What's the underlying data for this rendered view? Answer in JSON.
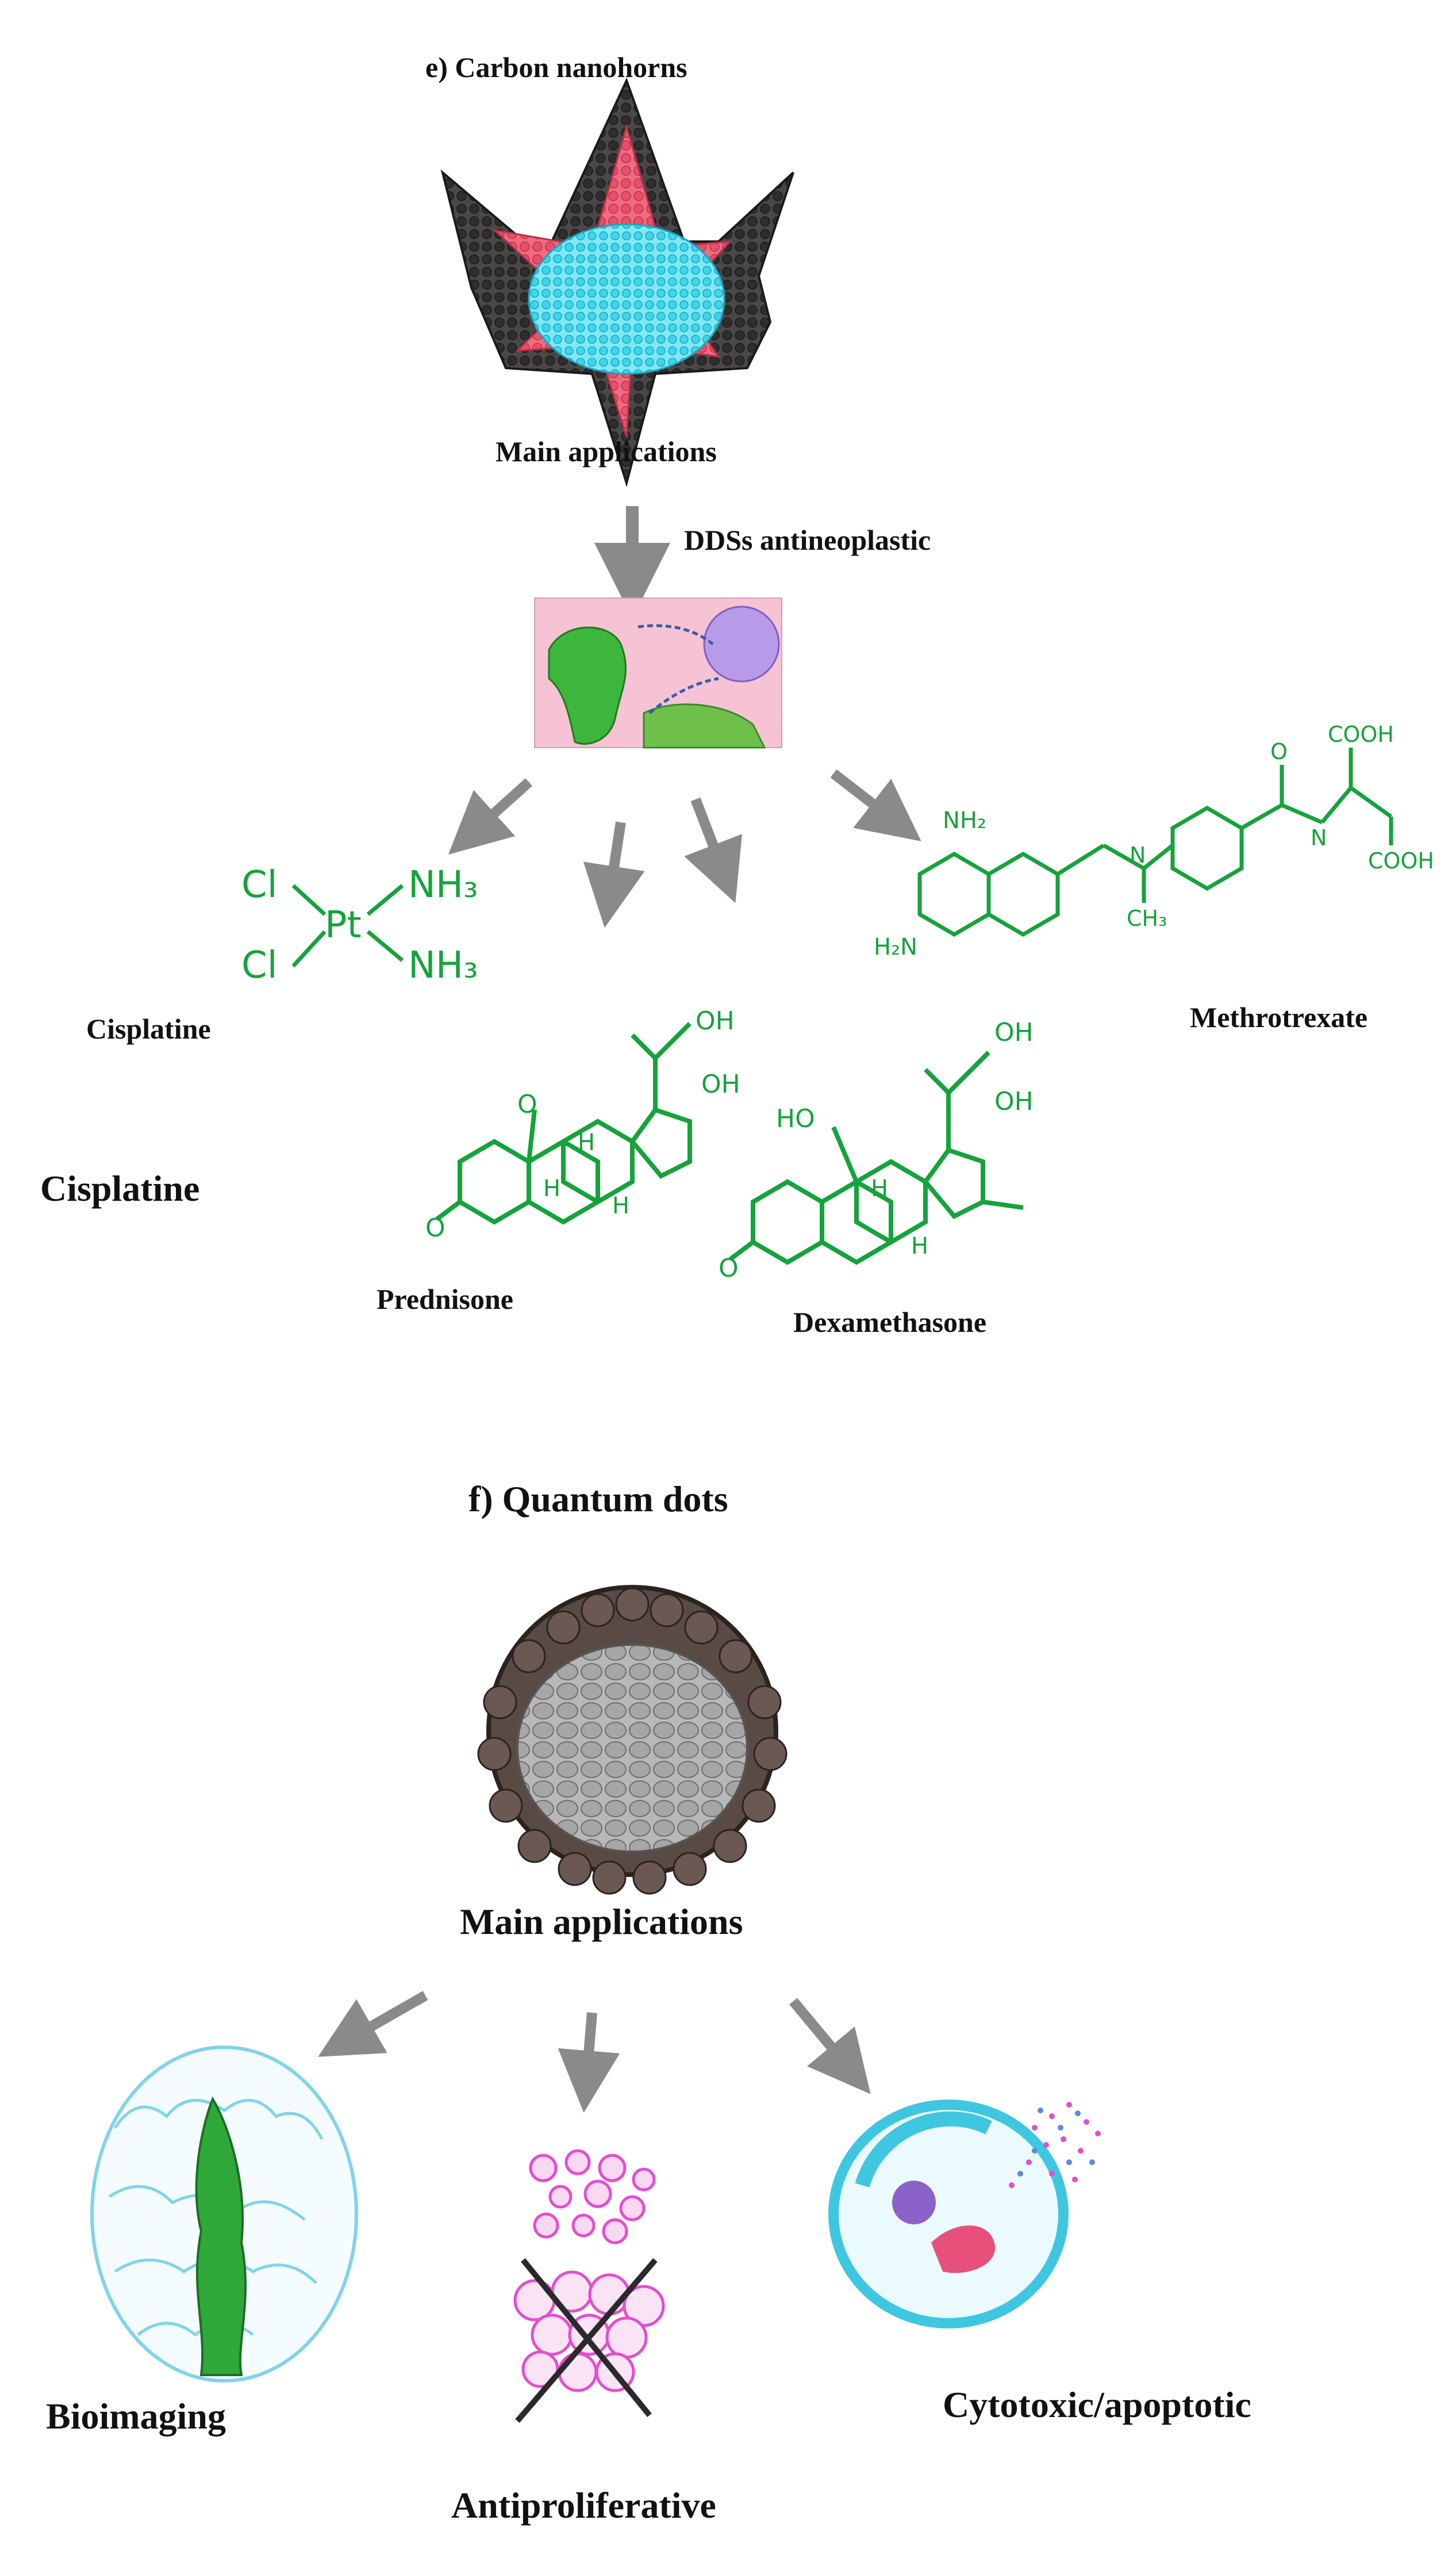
{
  "section_e": {
    "title": "e) Carbon nanohorns",
    "main_applications": "Main applications",
    "arrow_label": "DDSs antineoplastic",
    "drugs": {
      "cisplatine": "Cisplatine",
      "cisplatine_side": "Cisplatine",
      "prednisone": "Prednisone",
      "dexamethasone": "Dexamethasone",
      "methotrexate": "Methrotrexate"
    },
    "structure_text": {
      "cl": "Cl",
      "pt": "Pt",
      "nh3": "NH₃",
      "cooh": "COOH",
      "nh2": "NH₂",
      "h2n": "H₂N",
      "ch3": "CH₃",
      "n": "N",
      "h": "H",
      "oh": "OH",
      "o": "O",
      "ho": "HO"
    }
  },
  "section_f": {
    "title": "f) Quantum dots",
    "main_applications": "Main applications",
    "applications": {
      "bioimaging": "Bioimaging",
      "antiproliferative": "Antiproliferative",
      "cytotoxic": "Cytotoxic/apoptotic"
    }
  },
  "colors": {
    "text": "#111111",
    "arrow": "#8a8a8a",
    "structure_green": "#15a33c",
    "nanohorn_dark": "#3d3b3b",
    "nanohorn_pink": "#e8506a",
    "nanohorn_cyan": "#3fd6ec",
    "quantum_dot_shell": "#5a4a45",
    "quantum_dot_core": "#9a9a9a",
    "magenta_cells": "#e64bd0",
    "cyan_outline": "#5ec8e6"
  }
}
